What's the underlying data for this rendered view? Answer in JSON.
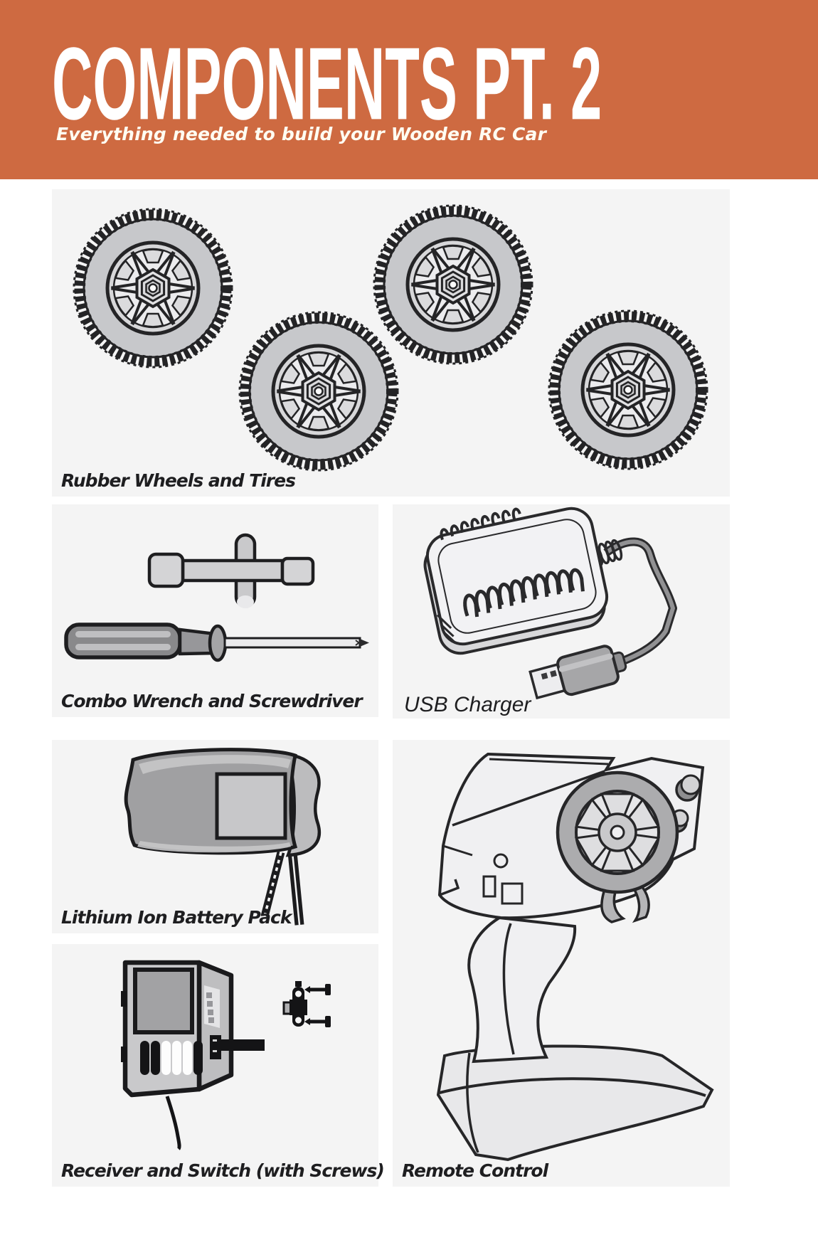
{
  "document": {
    "header": {
      "title": "COMPONENTS PT. 2",
      "subtitle": "Everything needed to build your Wooden RC Car",
      "background_color": "#CE6A41",
      "text_color": "#FFFFFF"
    },
    "panels": {
      "background_color": "#F4F4F4",
      "ink_color": "#232325",
      "items": [
        {
          "id": "wheels",
          "label": "Rubber Wheels and Tires",
          "illustration": "four-rubber-wheels-icon"
        },
        {
          "id": "wrench",
          "label": "Combo Wrench and Screwdriver",
          "illustration": "cross-wrench-and-screwdriver-icon"
        },
        {
          "id": "charger",
          "label": "USB Charger",
          "illustration": "usb-charger-icon"
        },
        {
          "id": "battery",
          "label": "Lithium Ion Battery Pack",
          "illustration": "battery-pack-icon"
        },
        {
          "id": "receiver",
          "label": "Receiver and Switch (with Screws)",
          "illustration": "receiver-switch-screws-icon"
        },
        {
          "id": "remote",
          "label": "Remote Control",
          "illustration": "pistol-grip-remote-icon"
        }
      ]
    }
  }
}
